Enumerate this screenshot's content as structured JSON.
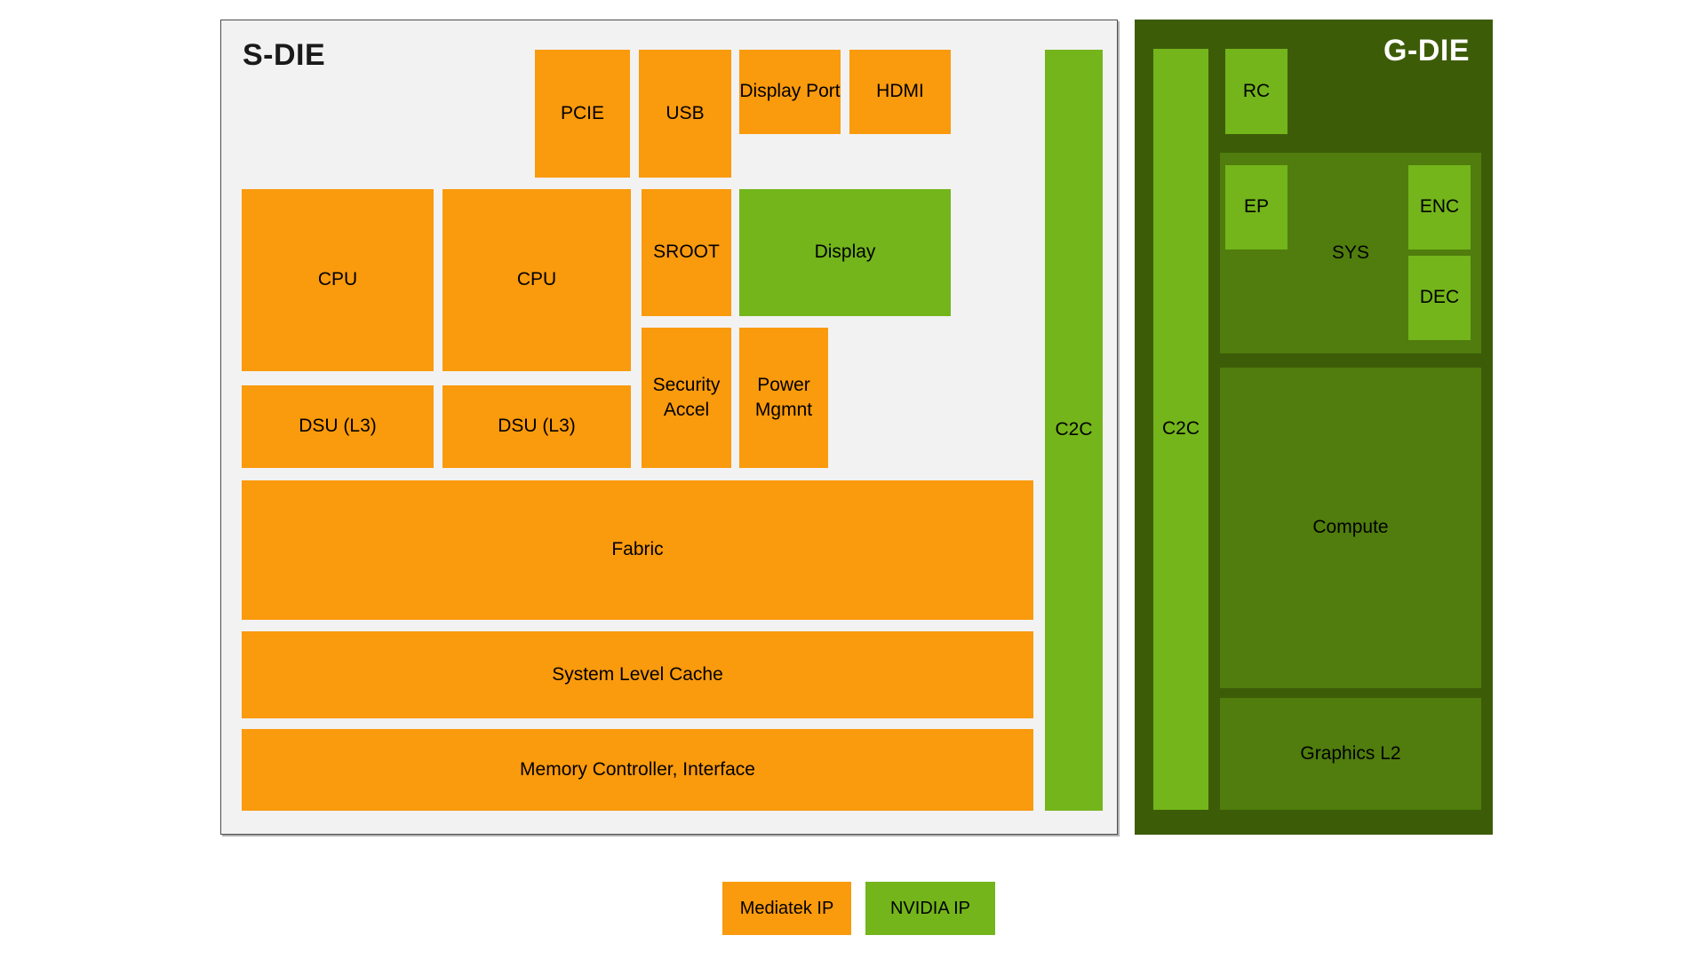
{
  "s_die": {
    "title": "S-DIE",
    "pcie": "PCIE",
    "usb": "USB",
    "display_port": "Display Port",
    "hdmi": "HDMI",
    "cpu_1": "CPU",
    "cpu_2": "CPU",
    "sroot": "SROOT",
    "display": "Display",
    "security_accel": "Security Accel",
    "power_mgmnt": "Power Mgmnt",
    "dsu_1": "DSU (L3)",
    "dsu_2": "DSU (L3)",
    "fabric": "Fabric",
    "system_level_cache": "System Level Cache",
    "memory_controller": "Memory Controller, Interface",
    "c2c": "C2C"
  },
  "g_die": {
    "title": "G-DIE",
    "c2c": "C2C",
    "rc": "RC",
    "sys": "SYS",
    "ep": "EP",
    "enc": "ENC",
    "dec": "DEC",
    "compute": "Compute",
    "graphics_l2": "Graphics L2"
  },
  "legend": {
    "mediatek": "Mediatek IP",
    "nvidia": "NVIDIA IP"
  },
  "colors": {
    "mediatek_orange": "#FA9A0D",
    "nvidia_green": "#73B51B",
    "gdie_panel_green": "#507D0D",
    "gdie_background": "#3D5C08",
    "sdie_background": "#F2F2F2"
  }
}
